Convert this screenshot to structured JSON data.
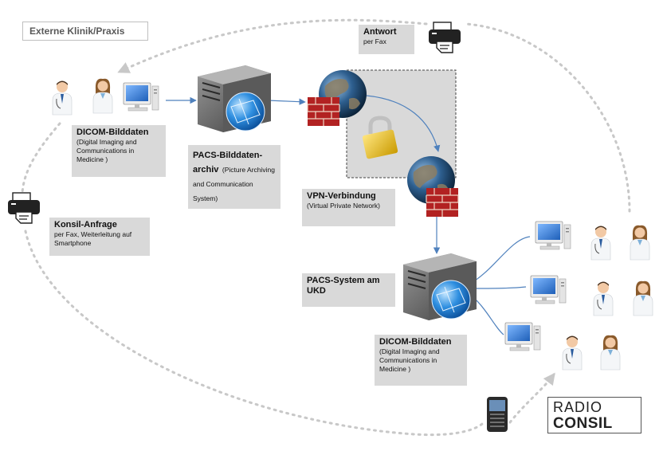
{
  "external_label": "Externe Klinik/Praxis",
  "antwort": {
    "title": "Antwort",
    "sub": "per Fax"
  },
  "dicom_top": {
    "title": "DICOM-Bilddaten",
    "sub": "(Digital Imaging and Communications in Medicine )"
  },
  "pacs_archive": {
    "title": "PACS-Bilddaten-archiv",
    "sub": "(Picture Archiving and Communication System)"
  },
  "vpn": {
    "title": "VPN-Verbindung",
    "sub": "(Virtual Private Network)"
  },
  "konsil": {
    "title": "Konsil-Anfrage",
    "sub": "per Fax, Weiterleitung auf Smartphone"
  },
  "pacs_ukd": {
    "title": "PACS-System am UKD"
  },
  "dicom_bottom": {
    "title": "DICOM-Bilddaten",
    "sub": "(Digital Imaging and Communications in Medicine )"
  },
  "logo": {
    "line1": "RADIO",
    "line2": "CONSIL"
  },
  "colors": {
    "arrow": "#4f81bd",
    "dashed": "#c8c8c8",
    "label_bg": "#d9d9d9",
    "firewall": "#b22222",
    "globe": "#1f4e79"
  },
  "icons": [
    "doctor-male-icon",
    "doctor-female-icon",
    "computer-icon",
    "server-icon",
    "globe-icon",
    "firewall-icon",
    "padlock-icon",
    "fax-printer-icon",
    "smartphone-icon"
  ]
}
